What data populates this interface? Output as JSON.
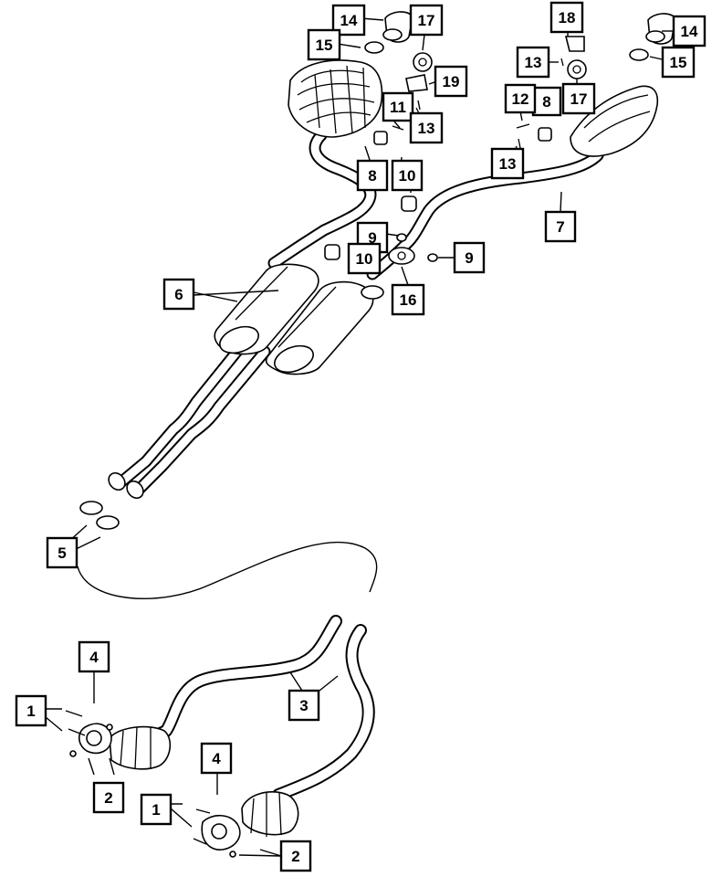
{
  "callout_labels": {
    "c1a": "1",
    "c1b": "1",
    "c2a": "2",
    "c2b": "2",
    "c3": "3",
    "c4a": "4",
    "c4b": "4",
    "c5": "5",
    "c6": "6",
    "c7": "7",
    "c8a": "8",
    "c8b": "8",
    "c9a": "9",
    "c9b": "9",
    "c10a": "10",
    "c10b": "10",
    "c11": "11",
    "c12": "12",
    "c13a": "13",
    "c13b": "13",
    "c13c": "13",
    "c14a": "14",
    "c14b": "14",
    "c15a": "15",
    "c15b": "15",
    "c16": "16",
    "c17a": "17",
    "c17b": "17",
    "c18": "18",
    "c19": "19"
  }
}
